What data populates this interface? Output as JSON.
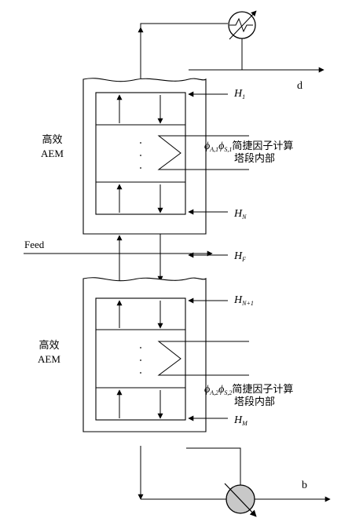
{
  "labels": {
    "distillate": "d",
    "bottoms": "b",
    "feed": "Feed",
    "upper_section": {
      "line1": "高效",
      "line2": "AEM"
    },
    "lower_section": {
      "line1": "高效",
      "line2": "AEM"
    },
    "upper_note": {
      "phi": "ϕ",
      "sub1": "A,1",
      "sub2": "S,1",
      "line1": "简捷因子计算",
      "line2": "塔段内部"
    },
    "lower_note": {
      "phi": "ϕ",
      "sub1": "A,2",
      "sub2": "S,2",
      "line1": "简捷因子计算",
      "line2": "塔段内部"
    },
    "heights": {
      "h1": {
        "base": "H",
        "sub": "1"
      },
      "hn": {
        "base": "H",
        "sub": "N"
      },
      "hf": {
        "base": "H",
        "sub": "F"
      },
      "hn1": {
        "base": "H",
        "sub": "N+1"
      },
      "hm": {
        "base": "H",
        "sub": "M"
      }
    }
  },
  "colors": {
    "line": "#000000",
    "reboiler_fill": "#c8c8c8",
    "condenser_fill": "#ffffff"
  }
}
